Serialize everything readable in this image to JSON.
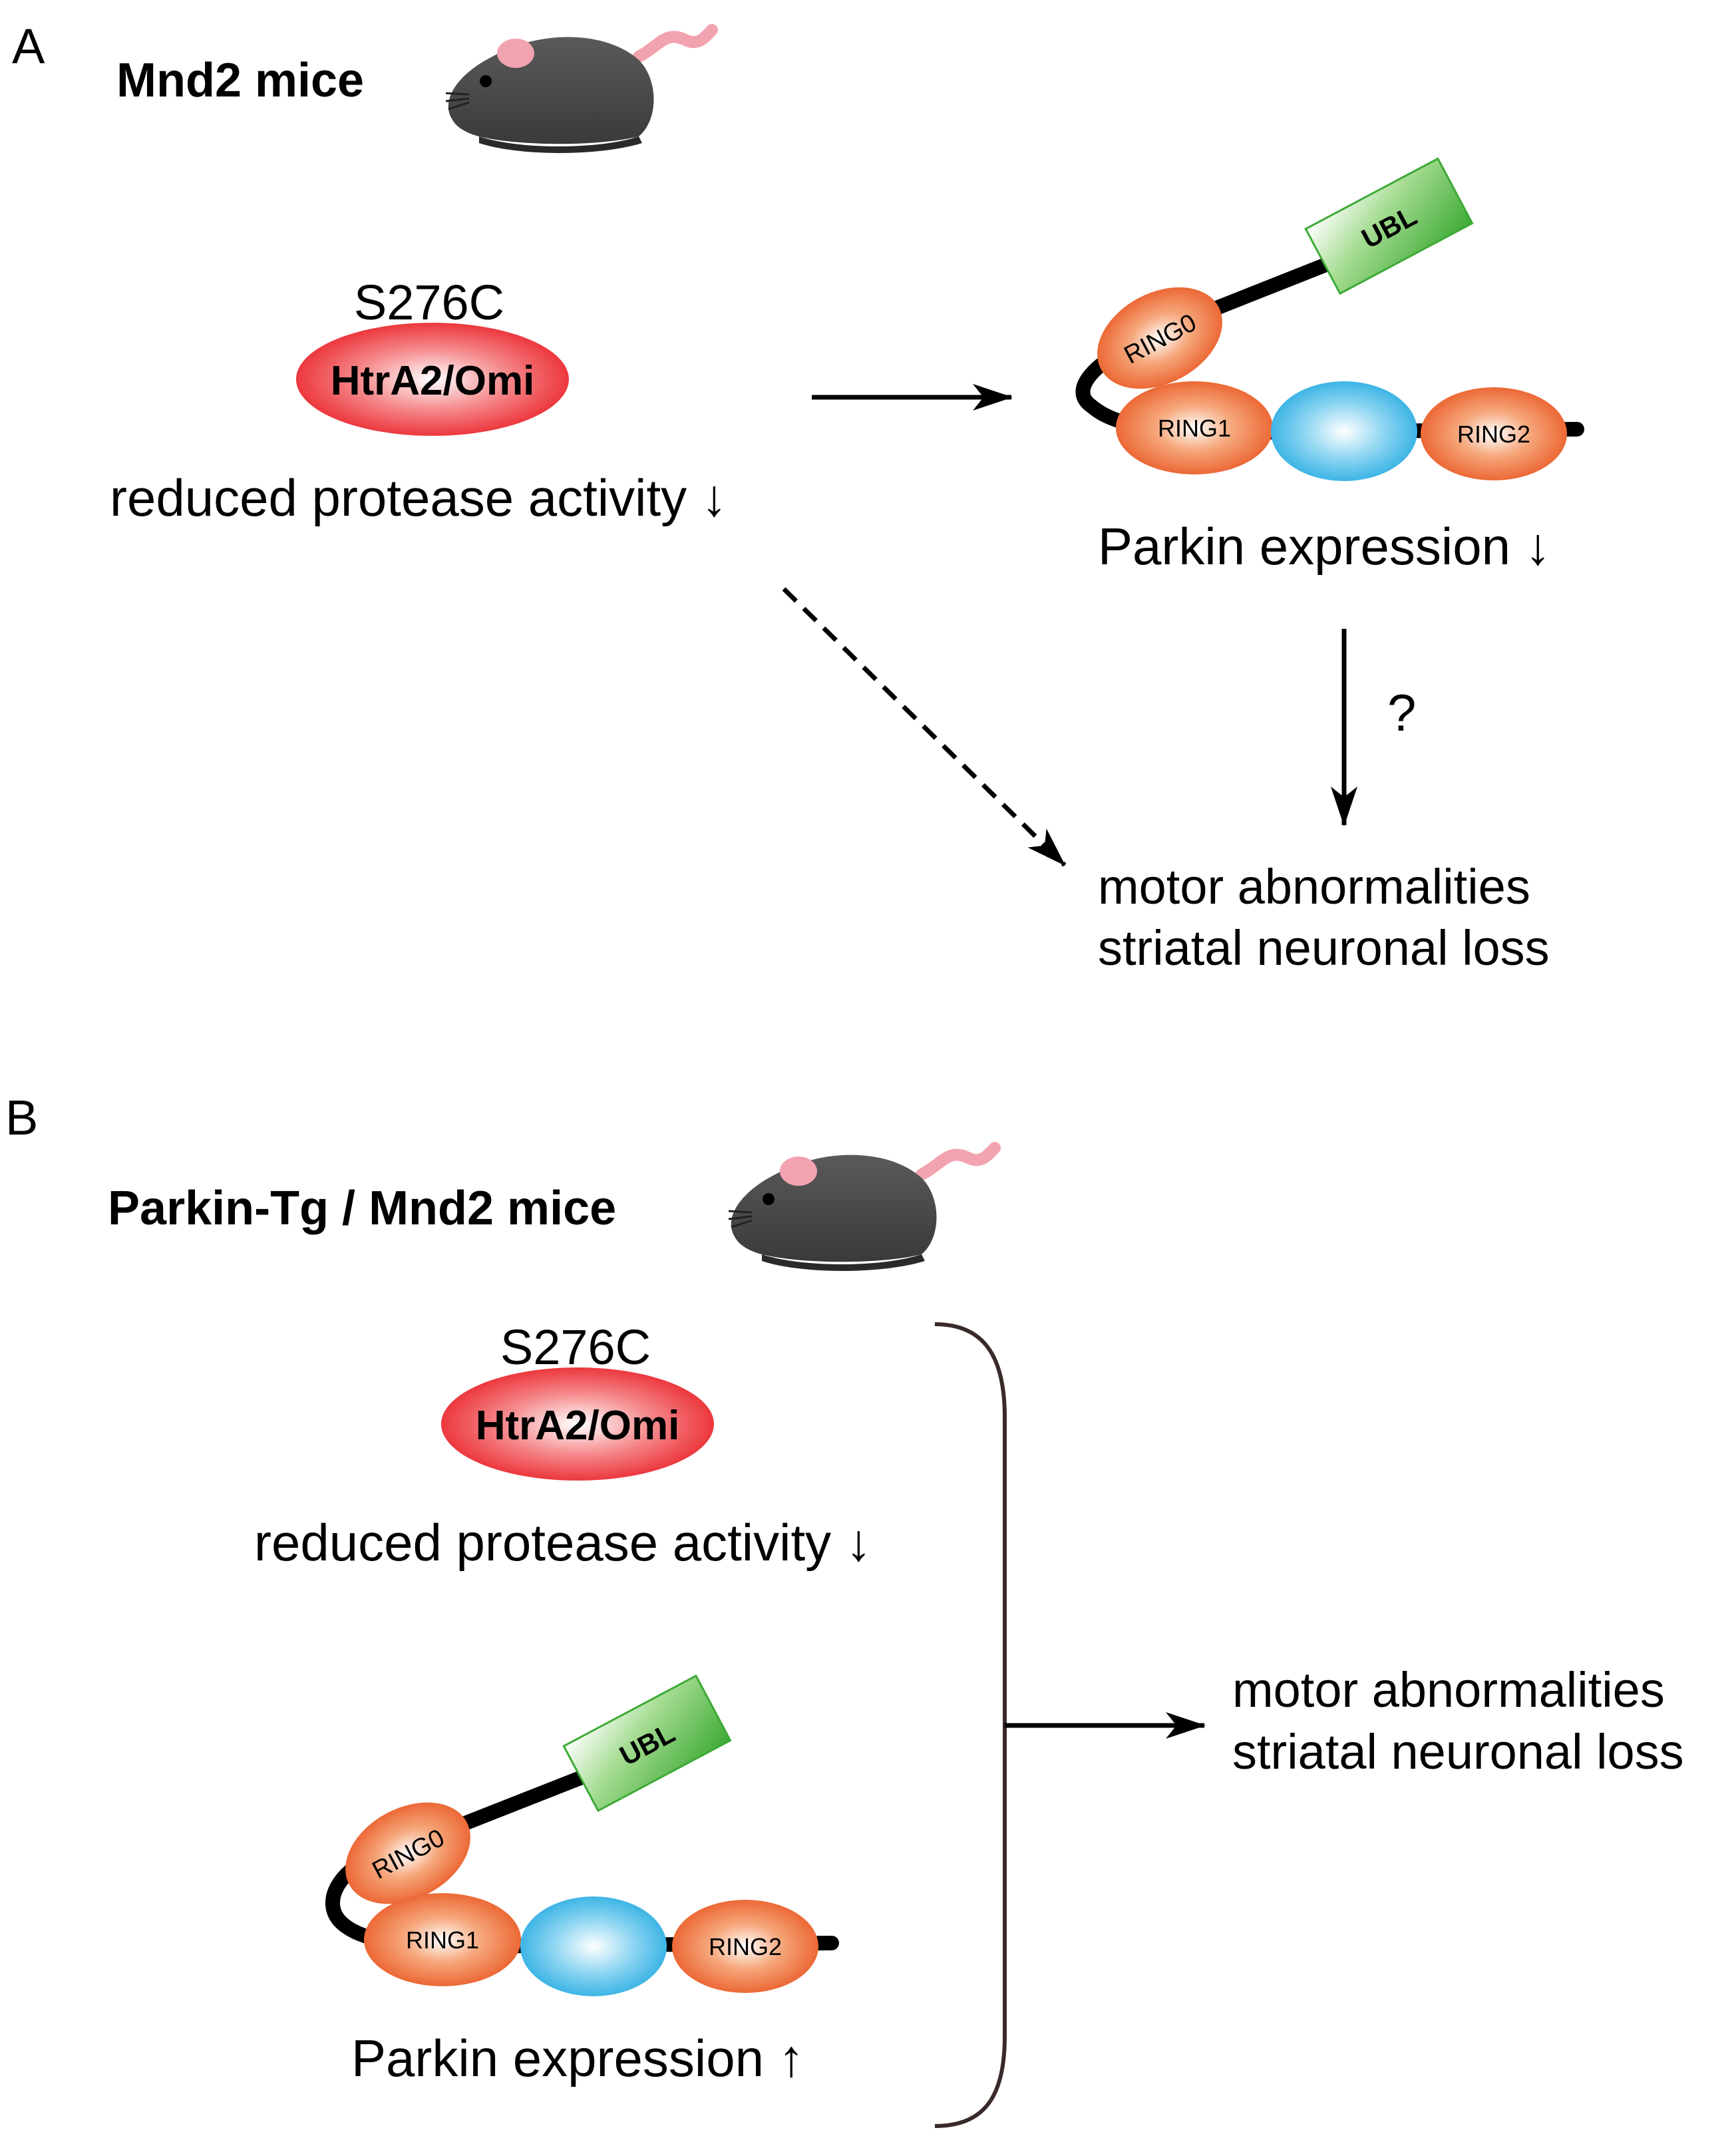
{
  "panel_a": {
    "letter": "A",
    "title": "Mnd2 mice",
    "mutation": "S276C",
    "protein": "HtrA2/Omi",
    "activity": "reduced protease activity ↓",
    "parkin_expression": "Parkin expression ↓",
    "question_mark": "?",
    "outcome_line1": "motor abnormalities",
    "outcome_line2": "striatal neuronal loss"
  },
  "panel_b": {
    "letter": "B",
    "title": "Parkin-Tg / Mnd2 mice",
    "mutation": "S276C",
    "protein": "HtrA2/Omi",
    "activity": "reduced protease activity ↓",
    "parkin_expression": "Parkin expression ↑",
    "outcome_line1": "motor abnormalities",
    "outcome_line2": "striatal neuronal loss"
  },
  "parkin_domains": {
    "ubl": "UBL",
    "ring0": "RING0",
    "ring1": "RING1",
    "ring2": "RING2"
  },
  "colors": {
    "htra2": "#e8141b",
    "ring": "#ea5a1c",
    "ubl": "#3daa35",
    "ibr": "#1aa6e0",
    "mouse": "#4a4a4a",
    "mouse_pink": "#f2a3b0"
  }
}
